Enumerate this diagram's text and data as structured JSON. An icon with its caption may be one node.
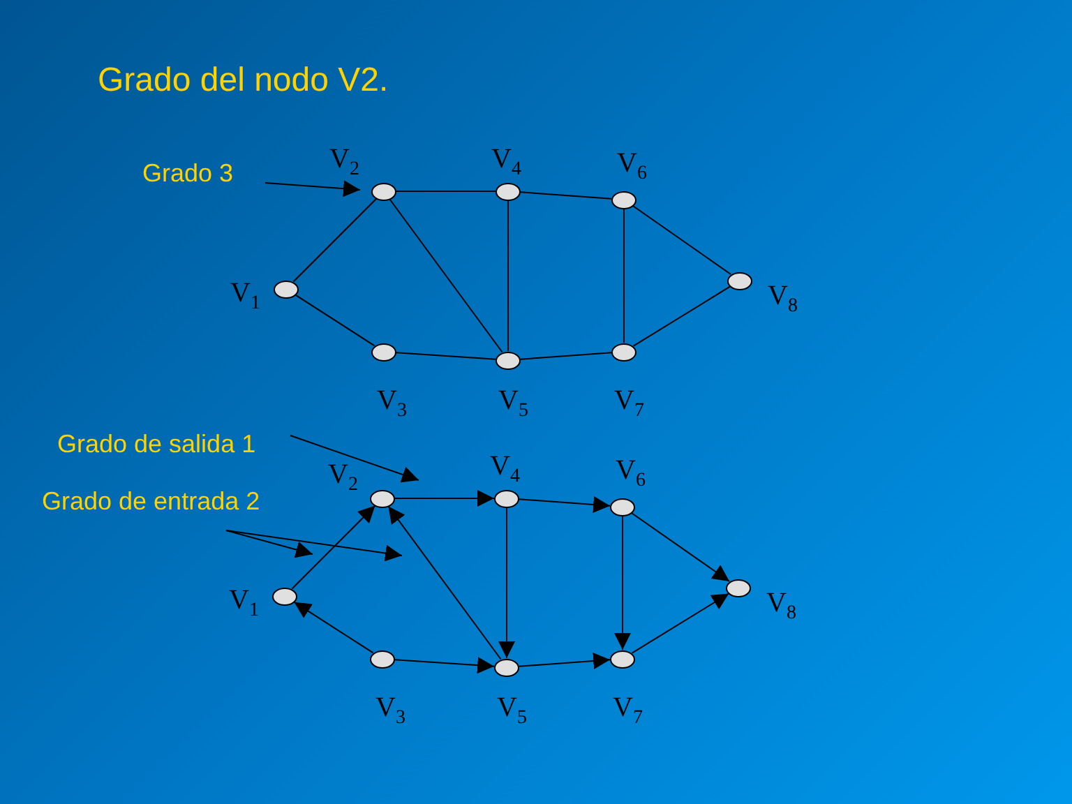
{
  "diagram": {
    "title": "Grado del nodo V2.",
    "nodes": [
      {
        "text": [
          "Grado 3"
        ]
      },
      {
        "text": [],
        "shape": "circle",
        "beside": [
          "V$_{1}$"
        ]
      },
      {
        "text": [],
        "shape": "circle",
        "beside": [
          "V$_{2}$"
        ]
      },
      {
        "text": [],
        "shape": "circle",
        "beside": [
          "V$_{3}$"
        ]
      },
      {
        "text": [],
        "shape": "circle",
        "beside": [
          "V$_{4}$"
        ]
      },
      {
        "text": [],
        "shape": "circle",
        "beside": [
          "V$_{5}$"
        ]
      },
      {
        "text": [],
        "shape": "circle",
        "beside": [
          "V$_{6}$"
        ]
      },
      {
        "text": [],
        "shape": "circle",
        "beside": [
          "V$_{7}$"
        ]
      },
      {
        "text": [],
        "shape": "circle",
        "beside": [
          "V$_{8}$"
        ]
      },
      {
        "text": [
          "Grado de salida 1"
        ]
      },
      {
        "text": [
          "Grado de entrada 2"
        ]
      },
      {
        "text": [],
        "shape": "circle",
        "beside": [
          "V$_{1}$"
        ]
      },
      {
        "text": [],
        "shape": "circle",
        "beside": [
          "V$_{2}$"
        ]
      },
      {
        "text": [],
        "shape": "circle",
        "beside": [
          "V$_{3}$"
        ]
      },
      {
        "text": [],
        "shape": "circle",
        "beside": [
          "V$_{4}$"
        ]
      },
      {
        "text": [],
        "shape": "circle",
        "beside": [
          "V$_{5}$"
        ]
      },
      {
        "text": [],
        "shape": "circle",
        "beside": [
          "V$_{6}$"
        ]
      },
      {
        "text": [],
        "shape": "circle",
        "beside": [
          "V$_{7}$"
        ]
      },
      {
        "text": [],
        "shape": "circle",
        "beside": [
          "V$_{8}$"
        ]
      }
    ],
    "edges": [
      {
        "from": 0,
        "to": 2,
        "arrow": "to"
      },
      {
        "from": 1,
        "to": 2,
        "arrow": "none"
      },
      {
        "from": 1,
        "to": 3,
        "arrow": "none"
      },
      {
        "from": 2,
        "to": 4,
        "arrow": "none"
      },
      {
        "from": 2,
        "to": 5,
        "arrow": "none"
      },
      {
        "from": 3,
        "to": 5,
        "arrow": "none"
      },
      {
        "from": 4,
        "to": 5,
        "arrow": "none"
      },
      {
        "from": 4,
        "to": 6,
        "arrow": "none"
      },
      {
        "from": 5,
        "to": 7,
        "arrow": "none"
      },
      {
        "from": 6,
        "to": 7,
        "arrow": "none"
      },
      {
        "from": 6,
        "to": 8,
        "arrow": "none"
      },
      {
        "from": 7,
        "to": 8,
        "arrow": "none"
      },
      {
        "from": 9,
        "to": 12,
        "arrow": "to"
      },
      {
        "from": 10,
        "to": null,
        "arrow": "to"
      },
      {
        "from": 10,
        "to": null,
        "arrow": "to"
      },
      {
        "from": 11,
        "to": 12,
        "arrow": "to"
      },
      {
        "from": 13,
        "to": 11,
        "arrow": "to"
      },
      {
        "from": 12,
        "to": 14,
        "arrow": "to"
      },
      {
        "from": 15,
        "to": 12,
        "arrow": "to"
      },
      {
        "from": 13,
        "to": 15,
        "arrow": "to"
      },
      {
        "from": 14,
        "to": 15,
        "arrow": "to"
      },
      {
        "from": 14,
        "to": 16,
        "arrow": "to"
      },
      {
        "from": 15,
        "to": 17,
        "arrow": "to"
      },
      {
        "from": 16,
        "to": 17,
        "arrow": "to"
      },
      {
        "from": 16,
        "to": 18,
        "arrow": "to"
      },
      {
        "from": 17,
        "to": 18,
        "arrow": "to"
      }
    ]
  }
}
